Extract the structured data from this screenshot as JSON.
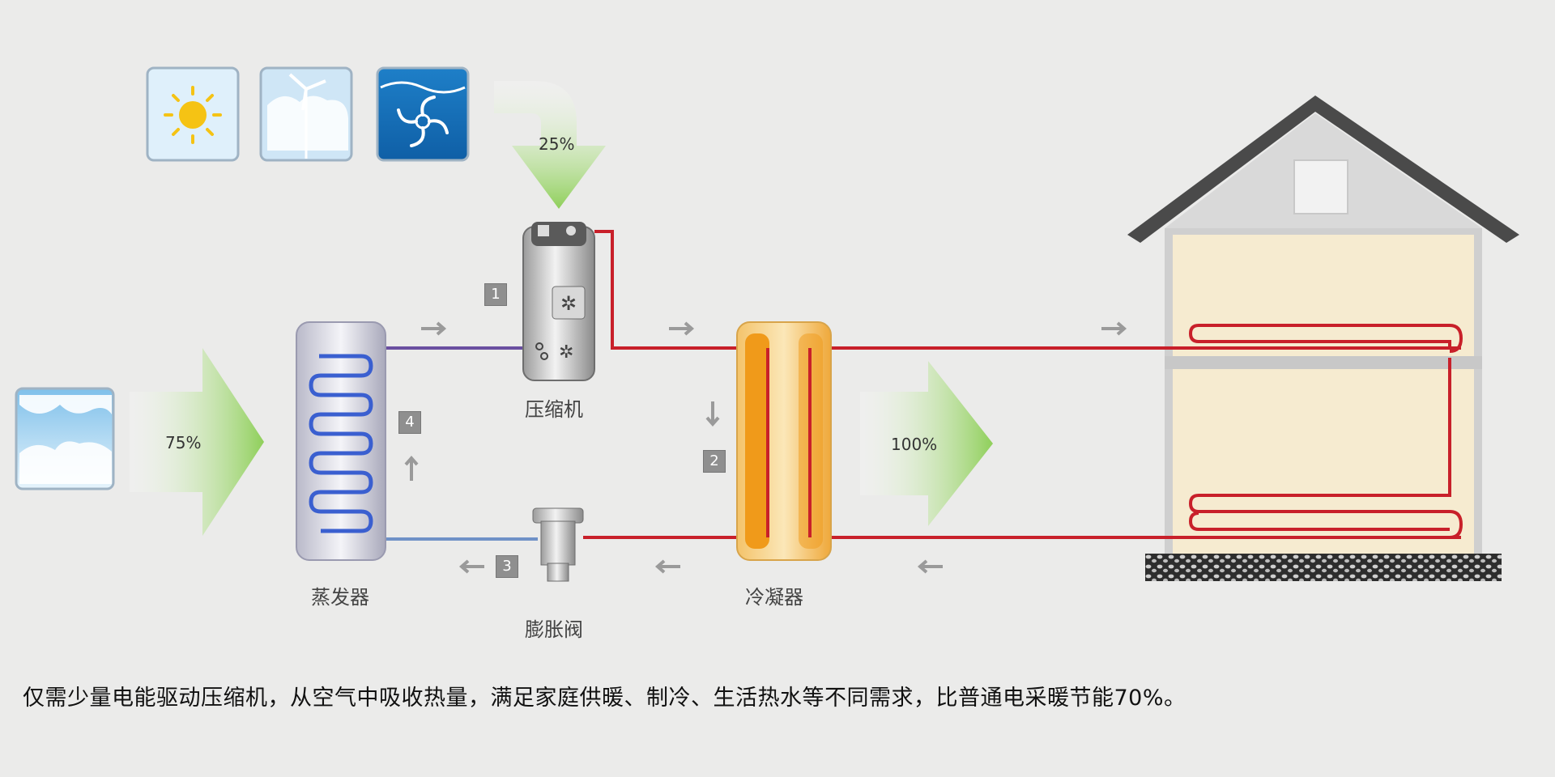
{
  "percentages": {
    "input_top": "25%",
    "input_left": "75%",
    "output": "100%"
  },
  "components": {
    "compressor": "压缩机",
    "evaporator": "蒸发器",
    "expansion_valve": "膨胀阀",
    "condenser": "冷凝器"
  },
  "steps": [
    "1",
    "2",
    "3",
    "4"
  ],
  "icons": [
    "sun-icon",
    "wind-icon",
    "water-fan-icon",
    "cloud-icon"
  ],
  "caption": "仅需少量电能驱动压缩机，从空气中吸收热量，满足家庭供暖、制冷、生活热水等不同需求，比普通电采暖节能70%。",
  "colors": {
    "hot_pipe": "#c8202a",
    "cold_pipe": "#6a4fa0",
    "arrow_green": "#8fcf5a",
    "condenser_orange": "#f2a12a",
    "evaporator_blue": "#3a5fd0"
  }
}
